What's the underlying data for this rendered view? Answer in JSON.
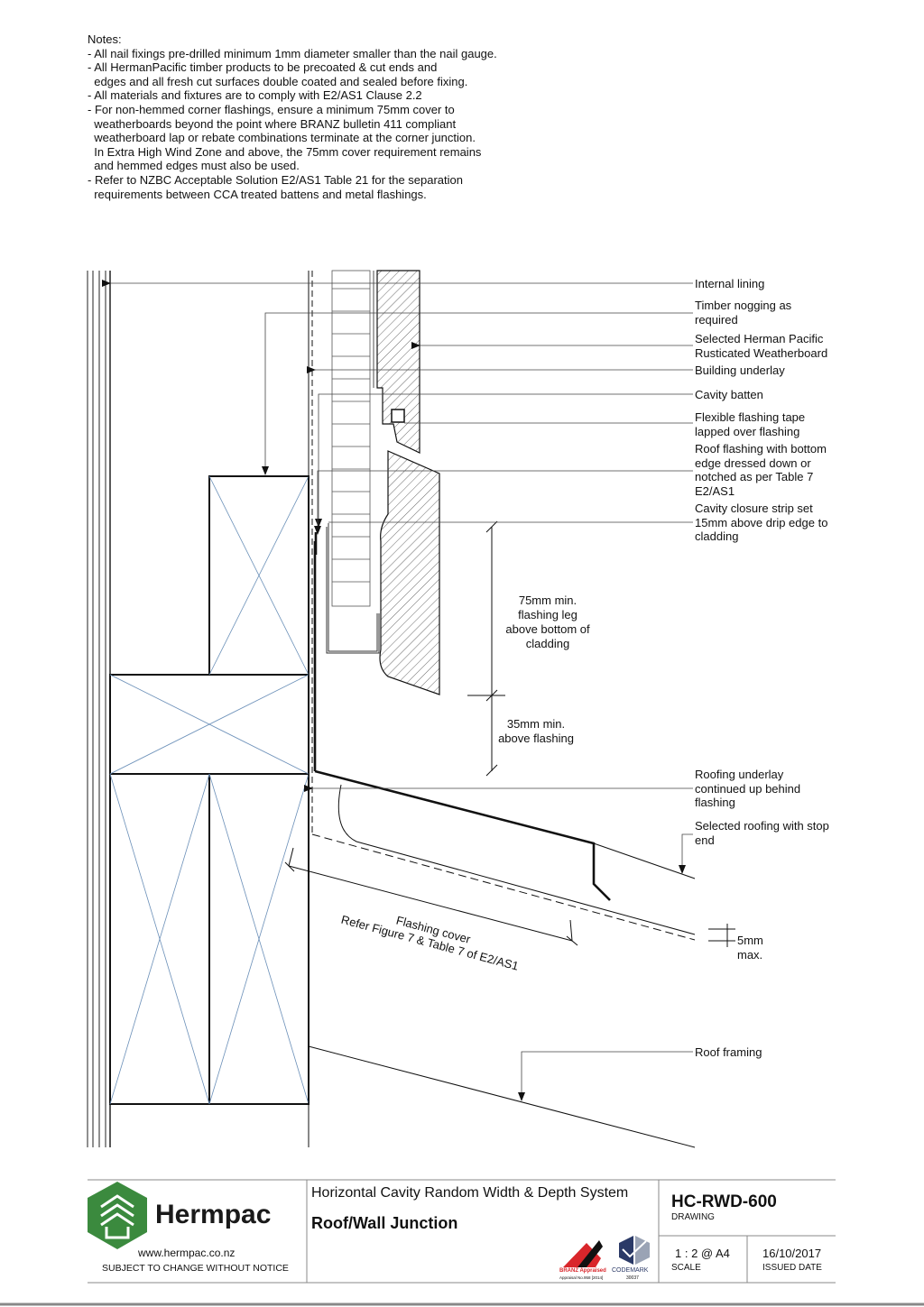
{
  "notes": {
    "heading": "Notes:",
    "lines": [
      "- All nail fixings pre-drilled minimum 1mm diameter smaller than the nail gauge.",
      "- All HermanPacific timber products to be precoated & cut ends and",
      "  edges and all fresh cut surfaces double coated and sealed before fixing.",
      "- All materials and fixtures are to comply with E2/AS1 Clause 2.2",
      "- For non-hemmed corner flashings, ensure a minimum 75mm cover to",
      "  weatherboards beyond the point where BRANZ bulletin 411 compliant",
      "  weatherboard lap or rebate combinations terminate at the corner junction.",
      "  In Extra High Wind Zone and above, the 75mm cover requirement remains",
      "  and hemmed edges must also be used.",
      "- Refer to NZBC Acceptable Solution E2/AS1 Table 21 for the separation",
      "  requirements between CCA treated battens and metal flashings."
    ]
  },
  "callouts": {
    "internal_lining": "Internal lining",
    "timber_nogging": "Timber nogging as\nrequired",
    "weatherboard": "Selected Herman Pacific\nRusticated Weatherboard",
    "building_underlay": "Building underlay",
    "cavity_batten": "Cavity batten",
    "flashing_tape": "Flexible flashing tape\nlapped over flashing",
    "roof_flashing": "Roof flashing with bottom\nedge dressed down or\nnotched as per Table 7\nE2/AS1",
    "closure_strip": "Cavity closure strip set\n15mm above drip edge to\ncladding",
    "roofing_underlay": "Roofing underlay\ncontinued up behind\nflashing",
    "selected_roofing": "Selected roofing with stop\nend",
    "roof_framing": "Roof framing"
  },
  "dimensions": {
    "flashing_leg": "75mm min.\nflashing leg\nabove bottom of\ncladding",
    "above_flashing": "35mm min.\nabove flashing",
    "flashing_cover": "Flashing cover\nRefer Figure 7 & Table 7 of E2/AS1",
    "gap": "5mm\nmax."
  },
  "title_block": {
    "company": "Hermpac",
    "website": "www.hermpac.co.nz",
    "disclaimer": "SUBJECT TO CHANGE WITHOUT NOTICE",
    "system": "Horizontal Cavity Random Width & Depth System",
    "title": "Roof/Wall Junction",
    "drawing_no": "HC-RWD-600",
    "drawing_label": "DRAWING",
    "scale": "1 : 2 @ A4",
    "scale_label": "SCALE",
    "date": "16/10/2017",
    "date_label": "ISSUED DATE",
    "branz_text": "BRANZ Appraised",
    "branz_no": "Appraisal No.958 [2014]",
    "codemark_text": "CODEMARK",
    "codemark_no": "30037",
    "brand_color": "#3b8a3e",
    "branz_color": "#d9262b"
  }
}
